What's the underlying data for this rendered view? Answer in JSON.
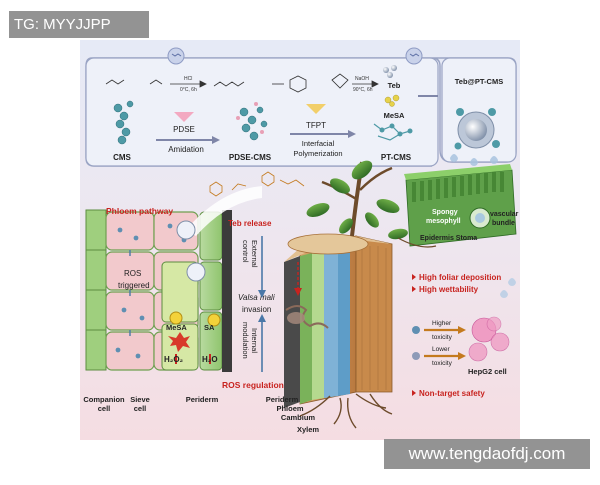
{
  "watermark_top": "TG: MYYJJPP",
  "watermark_bottom": "www.tengdaofdj.com",
  "synthesis": {
    "cms": "CMS",
    "pdse": "PDSE",
    "amidation": "Amidation",
    "pdse_cms": "PDSE-CMS",
    "tfpt": "TFPT",
    "interfacial_1": "Interfacial",
    "interfacial_2": "Polymerization",
    "pt_cms": "PT-CMS",
    "teb": "Teb",
    "mesa": "MeSA",
    "teb_pt_cms": "Teb@PT-CMS",
    "reagent_1": "HCl",
    "reagent_2": "0°C, 6h",
    "reagent_3": "NaOH",
    "reagent_4": "90°C, 6h"
  },
  "plant": {
    "phloem_pathway": "Phloem pathway",
    "teb_release": "Teb release",
    "ros_1": "ROS",
    "ros_2": "triggered",
    "mesa": "MeSA",
    "sa": "SA",
    "h2o2": "H₂O₂",
    "h2o": "H₂O",
    "external_control_1": "External",
    "external_control_2": "control",
    "valsa_1": "Valsa mali",
    "valsa_2": "invasion",
    "internal_mod_1": "Internal",
    "internal_mod_2": "modulation",
    "ros_regulation": "ROS  regulation",
    "companion_1": "Companion",
    "companion_2": "cell",
    "sieve_1": "Sieve",
    "sieve_2": "cell",
    "periderm_left": "Periderm",
    "periderm": "Periderm",
    "phloem": "Phloem",
    "cambium": "Cambium",
    "xylem": "Xylem"
  },
  "leaf": {
    "spongy_1": "Spongy",
    "spongy_2": "mesophyll",
    "vascular_1": "vascular",
    "vascular_2": "bundle",
    "epidermis_stoma": "Epidermis Stoma"
  },
  "features": {
    "foliar": "High foliar deposition",
    "wettability": "High wettability",
    "higher_toxicity_1": "Higher",
    "higher_toxicity_2": "toxicity",
    "lower_toxicity_1": "Lower",
    "lower_toxicity_2": "toxicity",
    "hepg2": "HepG2 cell",
    "non_target": "Non-target safety"
  },
  "colors": {
    "top_panel": "#e9ecf7",
    "bottom_panel": "#f4dfe3",
    "red_label": "#c8231f",
    "cell_wall": "#6fa050",
    "cell_fill": "#f2c9cc",
    "xylem_blue": "#7fb2d6",
    "cambium_green": "#7ab25a",
    "leaf_green": "#3e7d2d"
  }
}
